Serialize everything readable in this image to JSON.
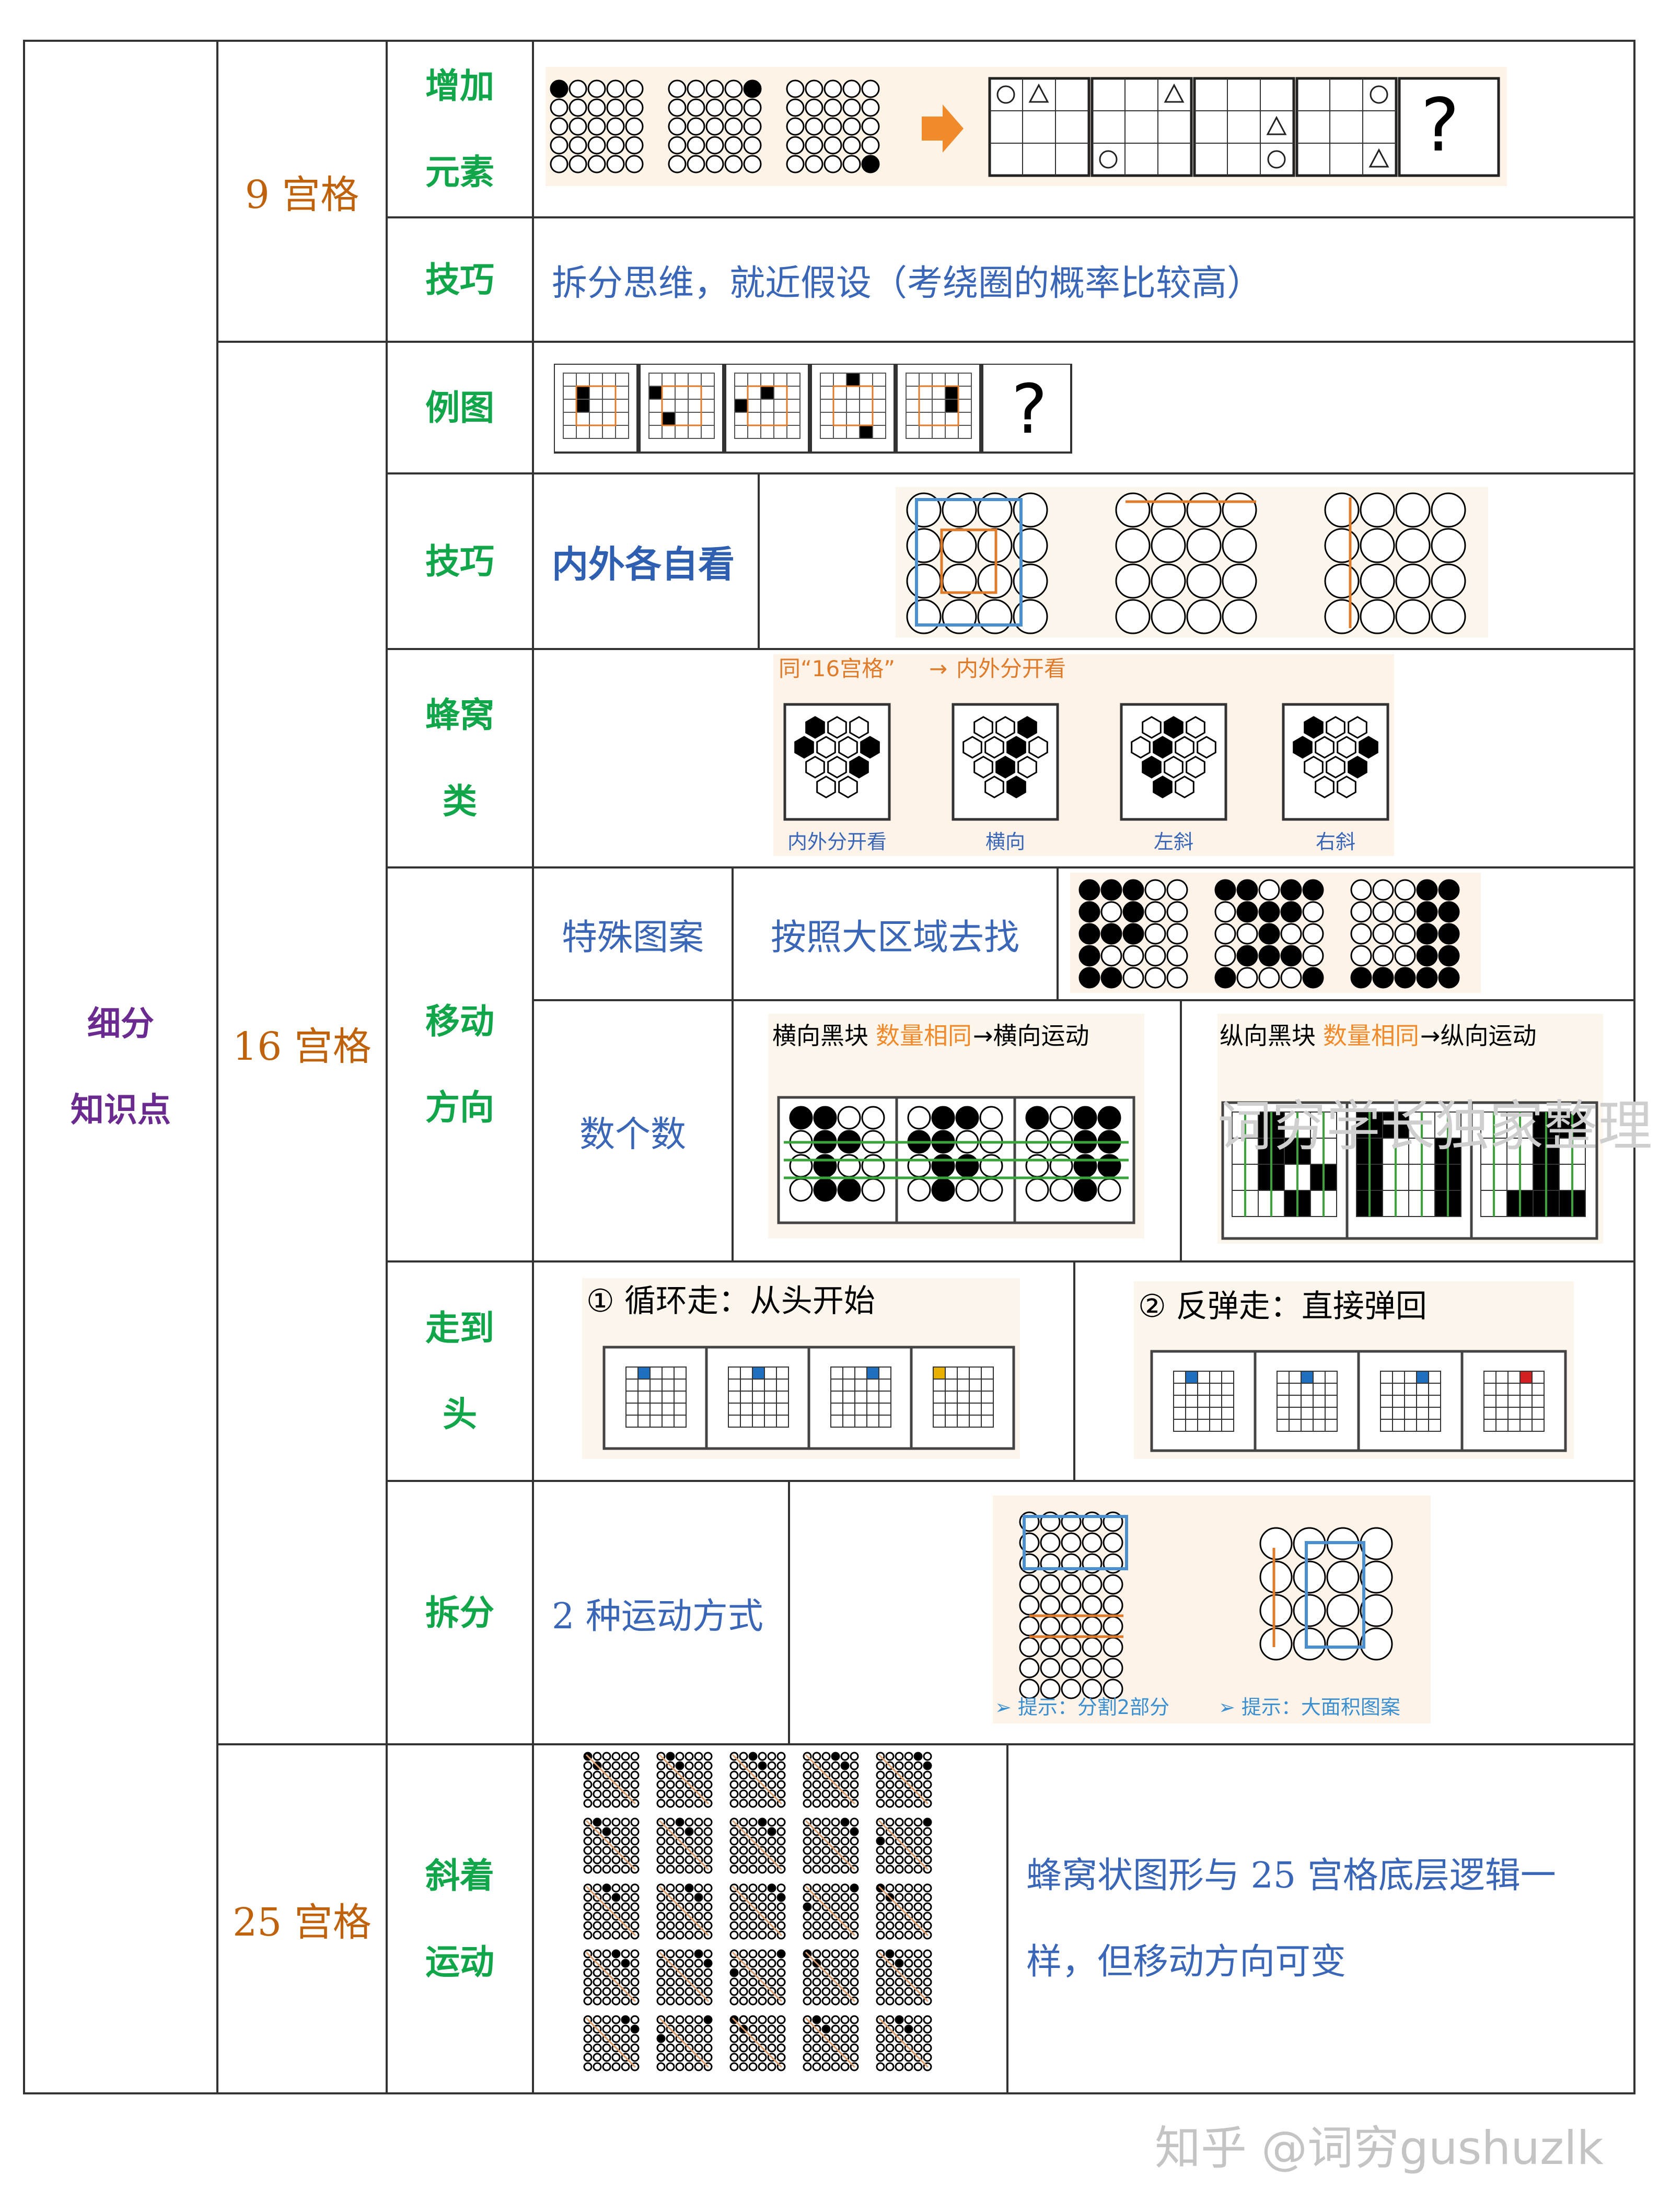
{
  "row_header": {
    "line1": "细分",
    "line2": "知识点"
  },
  "sections": {
    "g9": {
      "label": "9 宫格"
    },
    "g16": {
      "label": "16 宫格"
    },
    "g25": {
      "label": "25 宫格"
    }
  },
  "topics": {
    "add_element": {
      "line1": "增加",
      "line2": "元素",
      "question_mark": "?"
    },
    "tip9": {
      "label": "技巧",
      "text": "拆分思维，就近假设（考绕圈的概率比较高）"
    },
    "example": {
      "label": "例图",
      "question_mark": "?"
    },
    "tip16": {
      "label": "技巧",
      "text": "内外各自看"
    },
    "honeycomb": {
      "line1": "蜂窝",
      "line2": "类",
      "caption_prefix": "同“16宫格”",
      "caption_suffix": "内外分开看",
      "captions": [
        "内外分开看",
        "横向",
        "左斜",
        "右斜"
      ]
    },
    "move": {
      "line1": "移动",
      "line2": "方向",
      "special": "特殊图案",
      "special_desc": "按照大区域去找",
      "count": "数个数",
      "h_caption_a": "横向黑块",
      "h_caption_b": "数量相同",
      "h_caption_c": "→横向运动",
      "v_caption_a": "纵向黑块",
      "v_caption_b": "数量相同",
      "v_caption_c": "→纵向运动"
    },
    "walk_end": {
      "line1": "走到",
      "line2": "头",
      "loop_title": "① 循环走：从头开始",
      "bounce_title": "② 反弹走：直接弹回"
    },
    "split": {
      "label": "拆分",
      "text": "2 种运动方式",
      "hint1": "➢ 提示：分割2部分",
      "hint2": "➢ 提示：大面积图案"
    },
    "diagonal": {
      "line1": "斜着",
      "line2": "运动",
      "text": "蜂窝状图形与 25 宫格底层逻辑一样，但移动方向可变"
    }
  },
  "watermarks": {
    "mid": "词穷学长独家整理",
    "bottom": "知乎 @词穷gushuzlk"
  },
  "colors": {
    "purple": "#6b2a8f",
    "orange": "#c0620c",
    "green": "#11a64a",
    "blue": "#3a66b8",
    "accent": "#e07b2a"
  }
}
